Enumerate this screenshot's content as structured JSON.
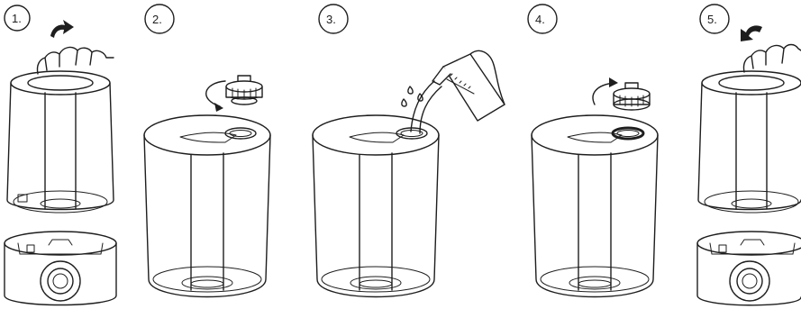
{
  "steps": [
    {
      "number": "1.",
      "action": "lift-tank",
      "arrow": "up-right-arrow-icon"
    },
    {
      "number": "2.",
      "action": "unscrew-cap",
      "arrow": "rotate-counterclockwise-arrow-icon"
    },
    {
      "number": "3.",
      "action": "pour-water",
      "arrow": ""
    },
    {
      "number": "4.",
      "action": "screw-cap",
      "arrow": "rotate-clockwise-arrow-icon"
    },
    {
      "number": "5.",
      "action": "place-tank",
      "arrow": "down-left-arrow-icon"
    }
  ],
  "colors": {
    "line": "#1e1e1e",
    "background": "#ffffff"
  }
}
